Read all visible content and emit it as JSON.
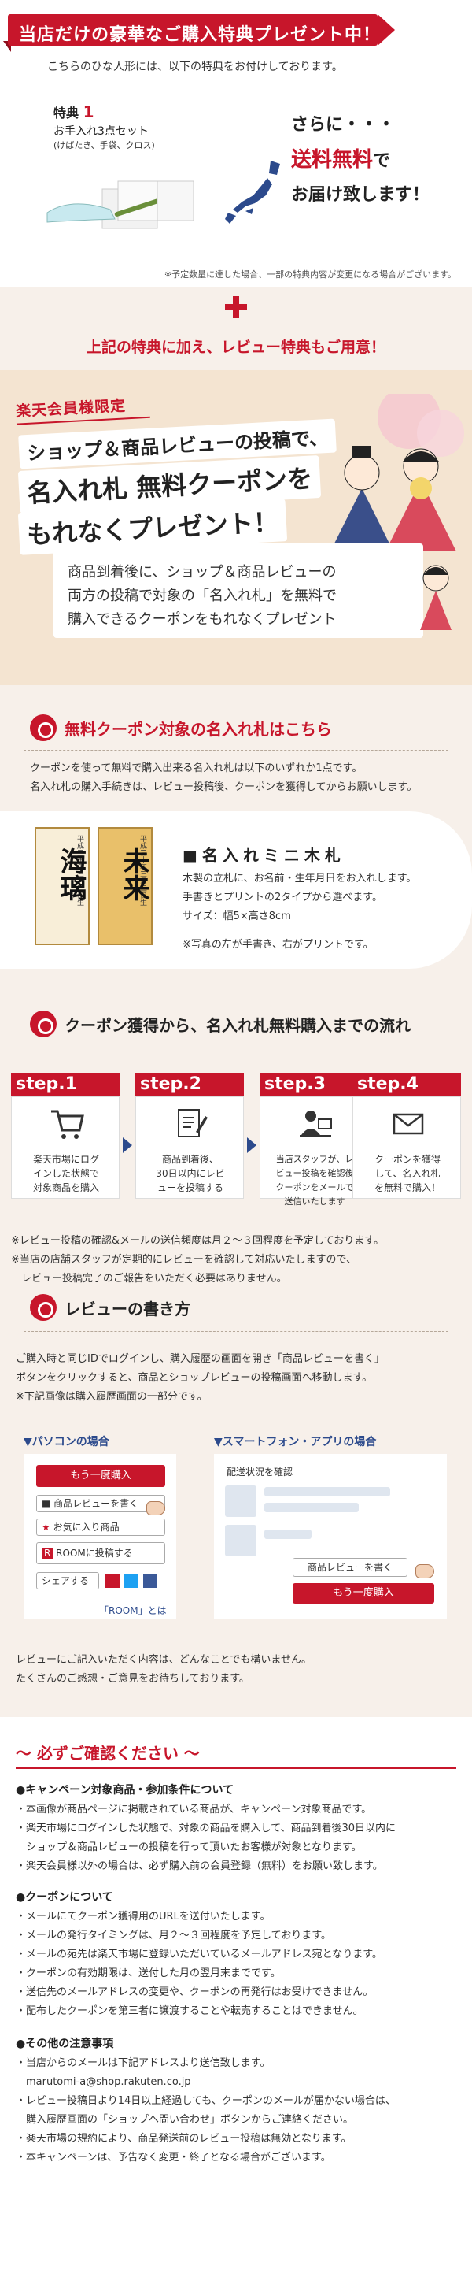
{
  "hero": {
    "ribbon": "当店だけの豪華なご購入特典プレゼント中！",
    "intro": "こちらのひな人形には、以下の特典をお付けしております。",
    "tokuten_label_prefix": "特典",
    "tokuten_number": "1",
    "tokuten_item": "お手入れ3点セット",
    "tokuten_note": "(けばたき、手袋、クロス)",
    "free_a": "さらに・・・",
    "free_b": "送料無料",
    "free_b_suffix": "で",
    "free_c": "お届け致します！",
    "note": "※予定数量に達した場合、一部の特典内容が変更になる場合がございます。"
  },
  "plus_text": "上記の特典に加え、レビュー特典もご用意！",
  "campaign": {
    "limited": "楽天会員様限定",
    "line1": "ショップ＆商品レビューの投稿で、",
    "line2": "名入れ札 無料クーポンを",
    "line3": "もれなくプレゼント！",
    "desc_1": "商品到着後に、ショップ＆商品レビューの",
    "desc_2": "両方の投稿で対象の「名入れ札」を無料で",
    "desc_3": "購入できるクーポンをもれなくプレゼント"
  },
  "nameplate": {
    "heading": "無料クーポン対象の名入れ札はこちら",
    "p1": "クーポンを使って無料で購入出来る名入れ札は以下のいずれか1点です。",
    "p2": "名入れ札の購入手続きは、レビュー投稿後、クーポンを獲得してからお願いします。",
    "plate1_name": "海璃",
    "plate1_sub": "平成三十年三月三日生",
    "plate2_name": "未来",
    "plate2_sub": "平成三十年三月三日生",
    "title": "■名入れミニ木札",
    "b1": "木製の立札に、お名前・生年月日をお入れします。",
    "b2": "手書きとプリントの2タイプから選べます。",
    "b3": "サイズ：幅5×高さ8cm",
    "b4": "※写真の左が手書き、右がプリントです。"
  },
  "flow": {
    "heading": "クーポン獲得から、名入れ札無料購入までの流れ",
    "steps": [
      {
        "title": "step.1",
        "icon": "cart-icon",
        "l1": "楽天市場にログ",
        "l2": "インした状態で",
        "l3": "対象商品を購入"
      },
      {
        "title": "step.2",
        "icon": "pen-document-icon",
        "l1": "商品到着後、",
        "l2": "30日以内にレビ",
        "l3": "ューを投稿する"
      },
      {
        "title": "step.3",
        "icon": "staff-pc-icon",
        "l1": "当店スタッフが、レ",
        "l2": "ビュー投稿を確認後",
        "l3": "クーポンをメールで",
        "l4": "送信いたします"
      },
      {
        "title": "step.4",
        "icon": "mail-icon",
        "l1": "クーポンを獲得",
        "l2": "して、名入れ札",
        "l3": "を無料で購入！"
      }
    ],
    "note1": "※レビュー投稿の確認&メールの送信頻度は月２～３回程度を予定しております。",
    "note2": "※当店の店舗スタッフが定期的にレビューを確認して対応いたしますので、",
    "note3": "　レビュー投稿完了のご報告をいただく必要はありません。"
  },
  "review": {
    "heading": "レビューの書き方",
    "p1": "ご購入時と同じIDでログインし、購入履歴の画面を開き「商品レビューを書く」",
    "p2": "ボタンをクリックすると、商品とショップレビューの投稿画面へ移動します。",
    "p3": "※下記画像は購入履歴画面の一部分です。",
    "pc_label": "▼パソコンの場合",
    "sp_label": "▼スマートフォン・アプリの場合",
    "pc_buy_again": "もう一度購入",
    "pc_write_review": "商品レビューを書く",
    "pc_favorite": "お気に入り商品",
    "pc_room": "ROOMに投稿する",
    "pc_share": "シェアする",
    "pc_room_link": "「ROOM」とは",
    "sp_status": "配送状況を確認",
    "sp_write_review": "商品レビューを書く",
    "sp_buy_again": "もう一度購入",
    "thanks1": "レビューにご記入いただく内容は、どんなことでも構いません。",
    "thanks2": "たくさんのご感想・ご意見をお待ちしております。"
  },
  "confirm": {
    "heading": "～ 必ずご確認ください ～",
    "t1": "●キャンペーン対象商品・参加条件について",
    "l1": [
      "・本画像が商品ページに掲載されている商品が、キャンペーン対象商品です。",
      "・楽天市場にログインした状態で、対象の商品を購入して、商品到着後30日以内に",
      "　ショップ＆商品レビューの投稿を行って頂いたお客様が対象となります。",
      "・楽天会員様以外の場合は、必ず購入前の会員登録（無料）をお願い致します。"
    ],
    "t2": "●クーポンについて",
    "l2": [
      "・メールにてクーポン獲得用のURLを送付いたします。",
      "・メールの発行タイミングは、月２～３回程度を予定しております。",
      "・メールの宛先は楽天市場に登録いただいているメールアドレス宛となります。",
      "・クーポンの有効期限は、送付した月の翌月末までです。",
      "・送信先のメールアドレスの変更や、クーポンの再発行はお受けできません。",
      "・配布したクーポンを第三者に譲渡することや転売することはできません。"
    ],
    "t3": "●その他の注意事項",
    "l3": [
      "・当店からのメールは下記アドレスより送信致します。",
      "　marutomi-a@shop.rakuten.co.jp",
      "・レビュー投稿日より14日以上経過しても、クーポンのメールが届かない場合は、",
      "　購入履歴画面の「ショップへ問い合わせ」ボタンからご連絡ください。",
      "・楽天市場の規約により、商品発送前のレビュー投稿は無効となります。",
      "・本キャンペーンは、予告なく変更・終了となる場合がございます。"
    ]
  },
  "colors": {
    "accent": "#c7162b",
    "navy": "#2c4a8c",
    "beige": "#f4e4d1"
  }
}
